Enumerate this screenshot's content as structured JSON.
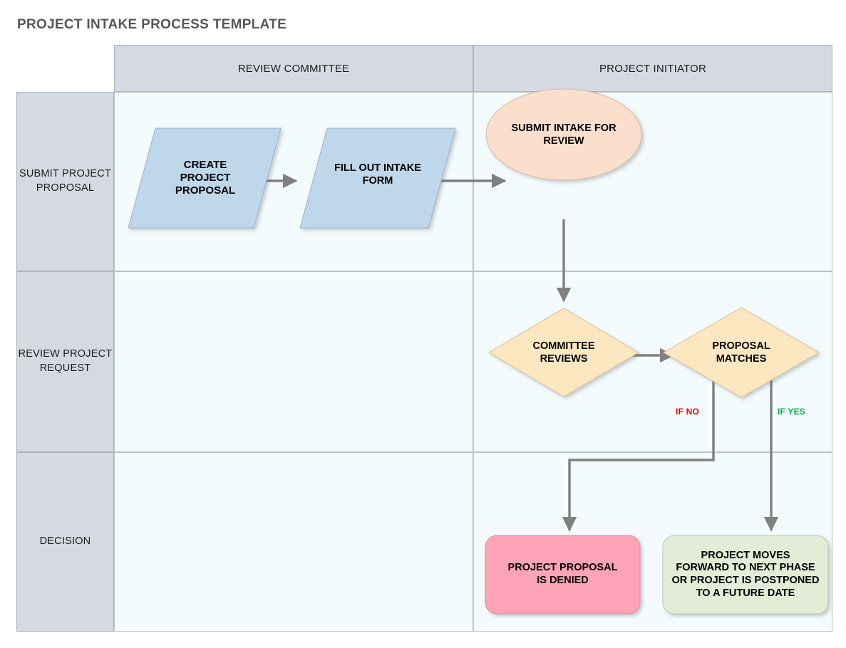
{
  "page": {
    "title": "PROJECT INTAKE PROCESS TEMPLATE"
  },
  "diagram": {
    "type": "swimlane-flowchart",
    "lanes": [
      {
        "id": "review-committee",
        "label": "REVIEW COMMITTEE"
      },
      {
        "id": "project-initiator",
        "label": "PROJECT INITIATOR"
      }
    ],
    "phases": [
      {
        "id": "submit-project-proposal",
        "label": "SUBMIT PROJECT\nPROPOSAL"
      },
      {
        "id": "review-project-request",
        "label": "REVIEW PROJECT\nREQUEST"
      },
      {
        "id": "decision",
        "label": "DECISION"
      }
    ],
    "nodes": [
      {
        "id": "create-project-proposal",
        "label": "CREATE\nPROJECT\nPROPOSAL",
        "shape": "parallelogram",
        "lane": "review-committee",
        "phase": "submit-project-proposal",
        "fill": "#bfd7ea",
        "stroke": "#9ab3c6"
      },
      {
        "id": "fill-out-intake-form",
        "label": "FILL OUT INTAKE\nFORM",
        "shape": "parallelogram",
        "lane": "review-committee",
        "phase": "submit-project-proposal",
        "fill": "#bfd7ea",
        "stroke": "#9ab3c6"
      },
      {
        "id": "submit-intake-for-review",
        "label": "SUBMIT INTAKE FOR\nREVIEW",
        "shape": "ellipse",
        "lane": "project-initiator",
        "phase": "submit-project-proposal",
        "fill": "#fadfcd",
        "stroke": "#d9b9a6"
      },
      {
        "id": "committee-reviews",
        "label": "COMMITTEE\nREVIEWS",
        "shape": "diamond",
        "lane": "project-initiator",
        "phase": "review-project-request",
        "fill": "#fce7c0",
        "stroke": "#d8c09a"
      },
      {
        "id": "proposal-matches",
        "label": "PROPOSAL\nMATCHES",
        "shape": "diamond",
        "lane": "project-initiator",
        "phase": "review-project-request",
        "fill": "#fce7c0",
        "stroke": "#d8c09a"
      },
      {
        "id": "project-proposal-is-denied",
        "label": "PROJECT PROPOSAL\nIS DENIED",
        "shape": "rounded-rectangle",
        "lane": "project-initiator",
        "phase": "decision",
        "fill": "#ffa4b6",
        "stroke": "#e2889a"
      },
      {
        "id": "project-moves-forward",
        "label": "PROJECT MOVES\nFORWARD TO NEXT PHASE\nOR PROJECT IS POSTPONED\nTO A FUTURE DATE",
        "shape": "rounded-rectangle",
        "lane": "project-initiator",
        "phase": "decision",
        "fill": "#e2ecd6",
        "stroke": "#b9c9aa"
      }
    ],
    "edges": [
      {
        "id": "edge-create-to-fill",
        "from": "create-project-proposal",
        "to": "fill-out-intake-form",
        "label": ""
      },
      {
        "id": "edge-fill-to-submit",
        "from": "fill-out-intake-form",
        "to": "submit-intake-for-review",
        "label": ""
      },
      {
        "id": "edge-submit-to-committee",
        "from": "submit-intake-for-review",
        "to": "committee-reviews",
        "label": ""
      },
      {
        "id": "edge-committee-to-proposal",
        "from": "committee-reviews",
        "to": "proposal-matches",
        "label": ""
      },
      {
        "id": "edge-if-no",
        "from": "proposal-matches",
        "to": "project-proposal-is-denied",
        "label": "IF NO",
        "label_color": "#ff0000"
      },
      {
        "id": "edge-if-yes",
        "from": "proposal-matches",
        "to": "project-moves-forward",
        "label": "IF YES",
        "label_color": "#00b050"
      }
    ],
    "colors": {
      "header_fill": "#d5dae2",
      "lane_fill": "#f3fbfd",
      "grid_stroke": "#aeb3bb",
      "connector": "#808080",
      "title": "#575757"
    }
  }
}
